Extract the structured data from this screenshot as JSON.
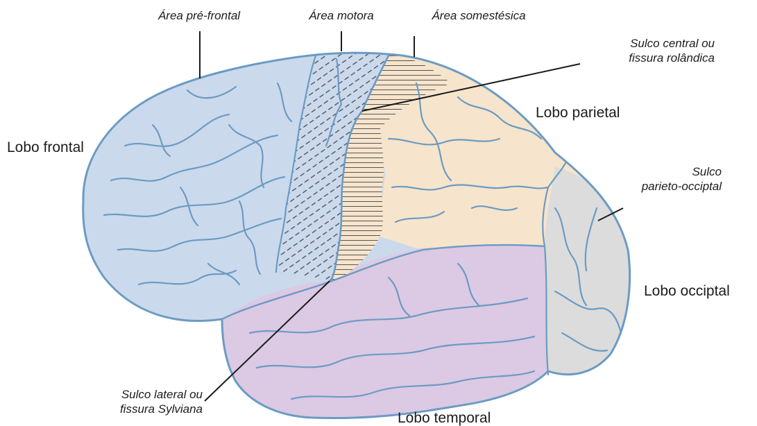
{
  "labels": {
    "prefrontal": "Área pré-frontal",
    "motor": "Área motora",
    "somesthetic": "Área somestésica",
    "central_sulcus_1": "Sulco central ou",
    "central_sulcus_2": "fissura rolândica",
    "parietal_lobe": "Lobo parietal",
    "frontal_lobe": "Lobo frontal",
    "parieto_occipital_1": "Sulco",
    "parieto_occipital_2": "parieto-occiptal",
    "occipital_lobe": "Lobo occiptal",
    "lateral_sulcus_1": "Sulco lateral ou",
    "lateral_sulcus_2": "fissura Sylviana",
    "temporal_lobe": "Lobo temporal"
  },
  "colors": {
    "frontal": "#cbd9ec",
    "motor": "#cbd9ec",
    "somesthetic": "#f6e4cc",
    "parietal": "#f6e4cc",
    "occipital": "#dcdcdc",
    "temporal": "#dcc9e4",
    "outline": "#6b9bc3",
    "leader_line": "#1a1a1a"
  }
}
